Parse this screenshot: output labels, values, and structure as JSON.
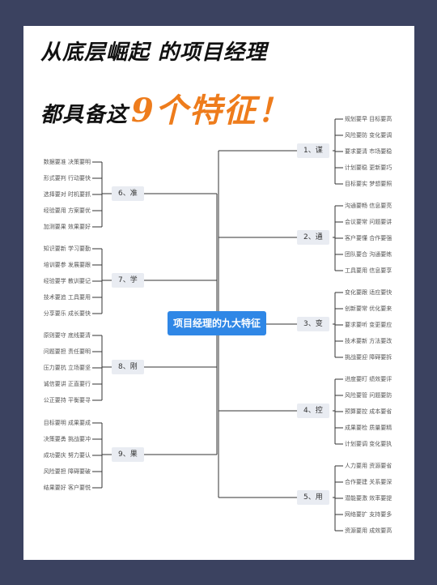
{
  "title": {
    "line1": "从底层崛起 的项目经理",
    "line2_prefix": "都具备这",
    "line2_accent": "9个特征！"
  },
  "center": {
    "label": "项目经理的九大特征"
  },
  "right_branches": [
    {
      "label": "1、谋",
      "items": [
        "规划要早 目标要高",
        "风险要防 变化要调",
        "要求要清 市场要稳",
        "计划要稳 更新要巧",
        "目标要实 梦想要照"
      ]
    },
    {
      "label": "2、通",
      "items": [
        "沟通要畅 信息要亮",
        "会议要常 问题要讲",
        "客户要懂 合作要强",
        "团队要合 沟通要练",
        "工具要用 信息要享"
      ]
    },
    {
      "label": "3、变",
      "items": [
        "变化要跟 适应要快",
        "创新要常 优化要来",
        "要求要听 变更要应",
        "技术要新 方法要改",
        "挑战要迎 障碍要拆"
      ]
    },
    {
      "label": "4、控",
      "items": [
        "进度要盯 绩效要评",
        "风险要管 问题要防",
        "预算要控 成本要省",
        "成果要检 质量要精",
        "计划要调 变化要执"
      ]
    },
    {
      "label": "5、用",
      "items": [
        "人力要用 资源要省",
        "合作要建 关系要深",
        "潜能要激 效率要提",
        "网络要扩 支持要多",
        "资源要用 成效要高"
      ]
    }
  ],
  "left_branches": [
    {
      "label": "6、准",
      "items": [
        "数据要准 决策要明",
        "形式要判 行动要快",
        "选择要对 时机要抓",
        "经验要用 方案要优",
        "加测要果 效果要好"
      ]
    },
    {
      "label": "7、学",
      "items": [
        "知识要新 学习要勤",
        "培训要参 发展要跟",
        "经验要学 教训要记",
        "技术要追 工具要用",
        "分享要乐 成长要快"
      ]
    },
    {
      "label": "8、刚",
      "items": [
        "原则要守 底线要清",
        "问题要担 责任要明",
        "压力要抗 立场要坚",
        "诚信要讲 正直要行",
        "公正要持 平衡要寻"
      ]
    },
    {
      "label": "9、果",
      "items": [
        "目标要明 成果要成",
        "决策要勇 挑战要冲",
        "成功要庆 努力要认",
        "风险要担 障碍要破",
        "结果要好 客户要悦"
      ]
    }
  ],
  "colors": {
    "frame": "#3b4260",
    "accent": "#ee7c1c",
    "center_fill": "#2f87e6",
    "branch_fill": "#e9ecf2",
    "line": "#333333"
  }
}
